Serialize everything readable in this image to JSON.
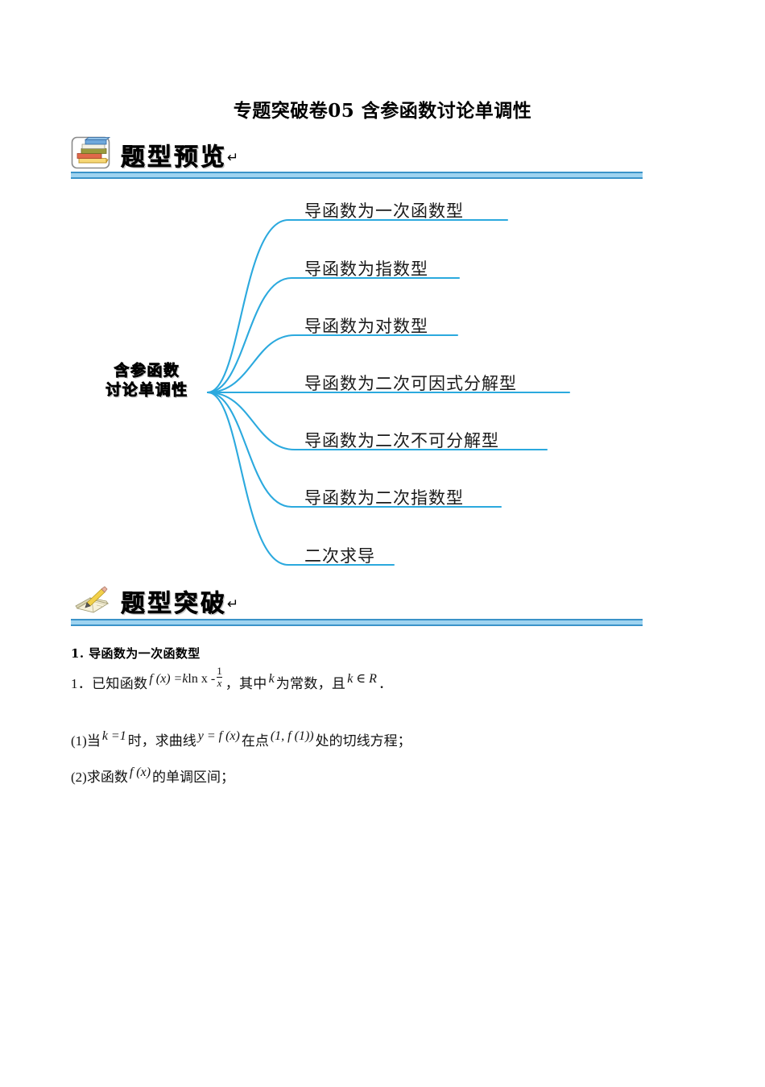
{
  "document": {
    "title": "专题突破卷05 含参函数讨论单调性"
  },
  "sections": [
    {
      "icon": "stacked-books-icon",
      "label": "题型预览",
      "return_mark": "↵"
    },
    {
      "icon": "open-book-pencil-icon",
      "label": "题型突破",
      "return_mark": "↵"
    }
  ],
  "mindmap": {
    "center": {
      "line1": "含参函数",
      "line2": "讨论单调性"
    },
    "branches": [
      {
        "label": "导函数为一次函数型"
      },
      {
        "label": "导函数为指数型"
      },
      {
        "label": "导函数为对数型"
      },
      {
        "label": "导函数为二次可因式分解型"
      },
      {
        "label": "导函数为二次不可分解型"
      },
      {
        "label": "导函数为二次指数型"
      },
      {
        "label": "二次求导"
      }
    ],
    "line_color": "#2BA9DE"
  },
  "content": {
    "topic_heading": "1. 导函数为一次函数型",
    "problem": {
      "number": "1．",
      "stem_a": "已知函数",
      "formula_fx": "f (x) =",
      "formula_k": "k",
      "formula_lnx": "ln x",
      "formula_minus": "-",
      "frac_num": "1",
      "frac_den": "x",
      "stem_b": "，其中",
      "stem_k": "k",
      "stem_c": "为常数，且",
      "stem_kR": "k ∈ R",
      "stem_d": "．"
    },
    "questions": [
      {
        "prefix": "(1)当",
        "m1": "k =1",
        "t1": "时，求曲线",
        "m2": "y = f (x)",
        "t2": "在点",
        "m3": "(1, f (1))",
        "t3": "处的切线方程；"
      },
      {
        "prefix": "(2)求函数",
        "m1": "f (x)",
        "t1": "的单调区间；"
      }
    ]
  },
  "colors": {
    "divider_fill": "#9ED3F0",
    "divider_edge": "#3A93C9",
    "branch_line": "#2BA9DE"
  }
}
